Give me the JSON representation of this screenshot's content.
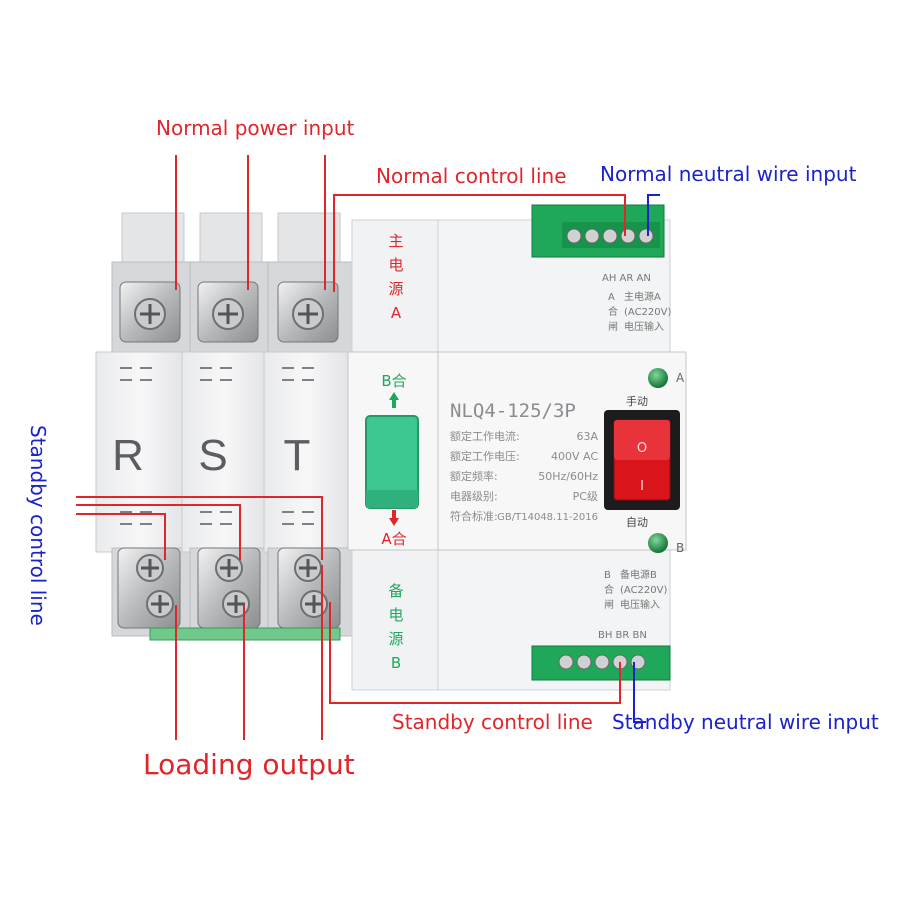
{
  "labels": {
    "normal_power_input": "Normal power input",
    "normal_control_line": "Normal control line",
    "normal_neutral_wire_input": "Normal neutral wire input",
    "standby_control_line_left": "Standby control line",
    "standby_control_line_bottom": "Standby control line",
    "standby_neutral_wire_input": "Standby neutral wire input",
    "loading_output": "Loading output"
  },
  "device": {
    "phases": [
      "R",
      "S",
      "T"
    ],
    "model": "NLQ4-125/3P",
    "main_source_label": [
      "主",
      "电",
      "源",
      "A"
    ],
    "backup_source_label": [
      "备",
      "电",
      "源",
      "B"
    ],
    "switch_top": "B合",
    "switch_bottom": "A合",
    "specs": [
      {
        "key": "额定工作电流:",
        "val": "63A"
      },
      {
        "key": "额定工作电压:",
        "val": "400V AC"
      },
      {
        "key": "额定频率:",
        "val": "50Hz/60Hz"
      },
      {
        "key": "电器级别:",
        "val": "PC级"
      },
      {
        "key": "符合标准:",
        "val": "GB/T14048.11-2016"
      }
    ],
    "manual": "手动",
    "auto": "自动",
    "rocker_top": "O",
    "rocker_bottom": "I",
    "indicator_a": "A",
    "indicator_b": "B",
    "top_terminals": "AH  AR  AN",
    "top_info_left": [
      "A",
      "合",
      "闸"
    ],
    "top_info_right": [
      "主电源A",
      "(AC220V)",
      "电压输入"
    ],
    "bottom_info_left": [
      "B",
      "合",
      "闸"
    ],
    "bottom_info_right": [
      "备电源B",
      "(AC220V)",
      "电压输入"
    ],
    "bottom_terminals": "BH  BR  BN"
  },
  "colors": {
    "red_line": "#e0262b",
    "blue_line": "#1a22c9",
    "terminal_green": "#1fa85a",
    "handle_green": "#3cc890",
    "rocker_red": "#d9141b"
  }
}
